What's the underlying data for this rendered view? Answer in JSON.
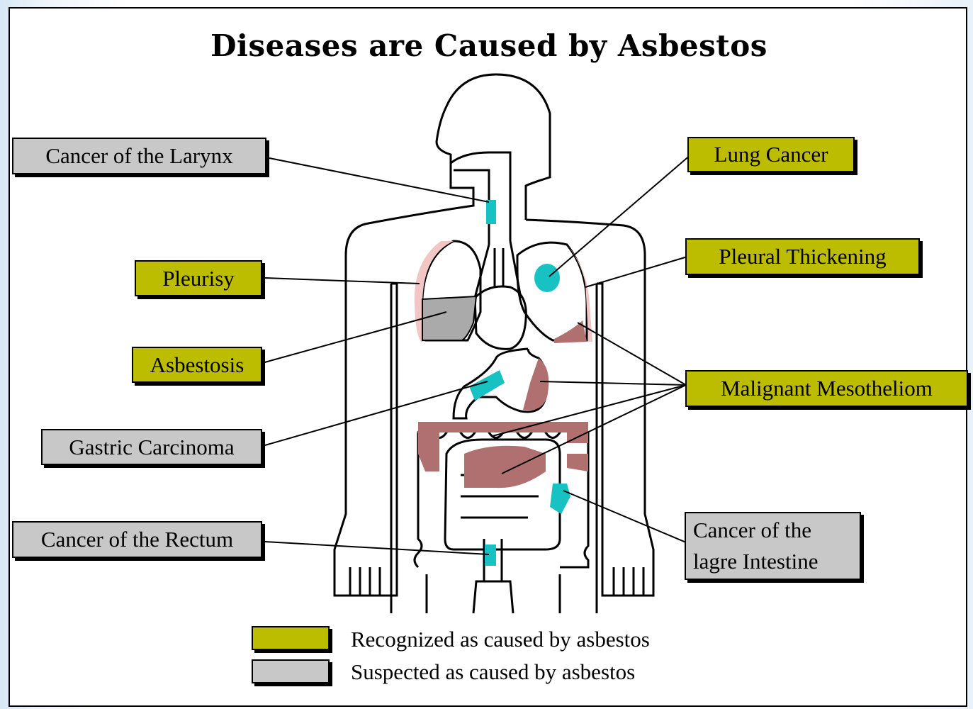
{
  "title": "Diseases are Caused by Asbestos",
  "colors": {
    "recognized": "#bdbd00",
    "suspected": "#c8c8c8",
    "cancer_marker": "#19c2c2",
    "mesothelioma_marker": "#b07070",
    "asbestosis_marker": "#aaaaaa",
    "pleura_glow": "#f3c6c6"
  },
  "labels": {
    "larynx": "Cancer of the  Larynx",
    "lung": "Lung Cancer",
    "pleurisy": "Pleurisy",
    "pleural": "Pleural Thickening",
    "asbestosis": "Asbestosis",
    "mesothelioma": "Malignant Mesotheliom",
    "gastric": "Gastric Carcinoma",
    "rectum": "Cancer of the Rectum",
    "large_intestine_line1": "Cancer of the",
    "large_intestine_line2": "lagre Intestine"
  },
  "legend": {
    "recognized": "Recognized as caused by asbestos",
    "suspected": "Suspected as caused by asbestos"
  }
}
